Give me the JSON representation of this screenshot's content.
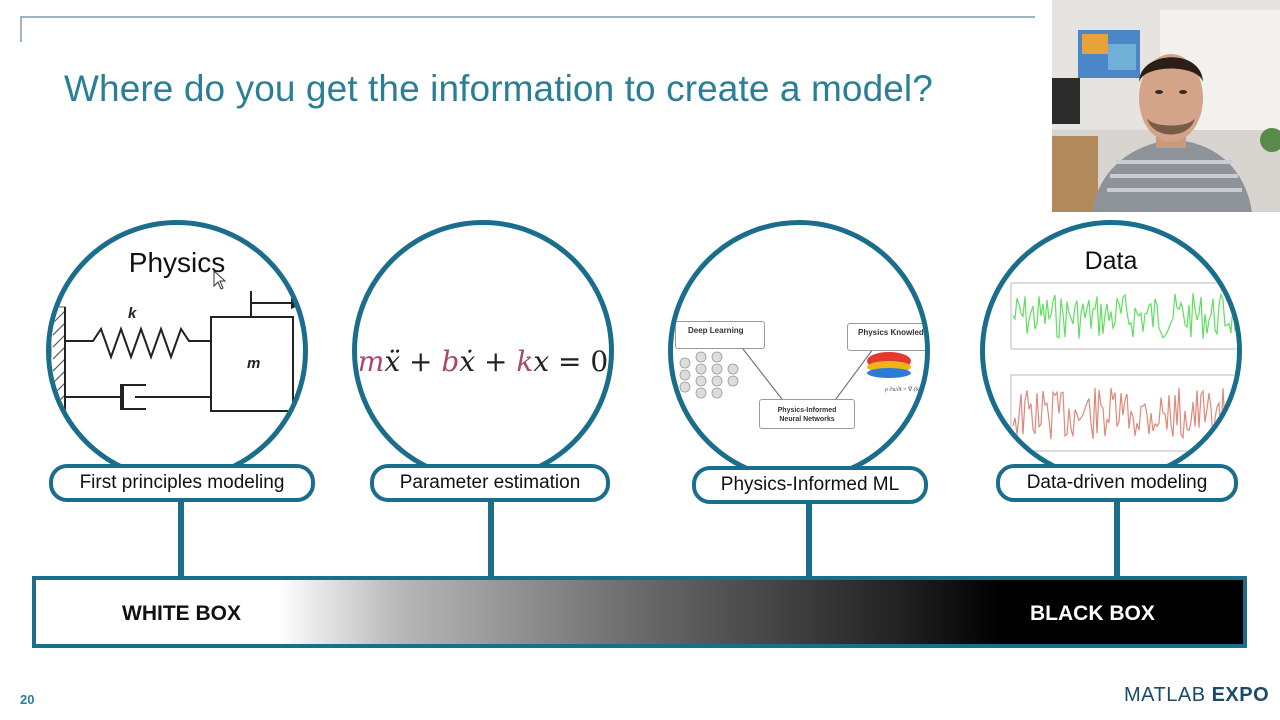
{
  "slide": {
    "title": "Where do you get the information to create a model?",
    "page_number": "20",
    "logo": {
      "part1": "MATLAB ",
      "part2": "EXPO"
    }
  },
  "circles": [
    {
      "heading": "Physics",
      "label": "First principles modeling",
      "spring_label": "k",
      "mass_label": "m"
    },
    {
      "label": "Parameter estimation",
      "equation": {
        "t1": "m",
        "t2": "ẍ",
        "t3": " + ",
        "t4": "b",
        "t5": "ẋ",
        "t6": " + ",
        "t7": "k",
        "t8": "x",
        "t9": " = 0"
      }
    },
    {
      "label": "Physics-Informed ML",
      "box1": "Deep Learning",
      "box2": "Physics Knowledge",
      "box3a": "Physics-Informed",
      "box3b": "Neural Networks"
    },
    {
      "heading": "Data",
      "label": "Data-driven modeling"
    }
  ],
  "spectrum": {
    "left": "WHITE BOX",
    "right": "BLACK BOX"
  },
  "colors": {
    "accent": "#1a6e8c",
    "title": "#2a7f96",
    "green_series": "#5ee05e",
    "red_series": "#e0887a"
  }
}
